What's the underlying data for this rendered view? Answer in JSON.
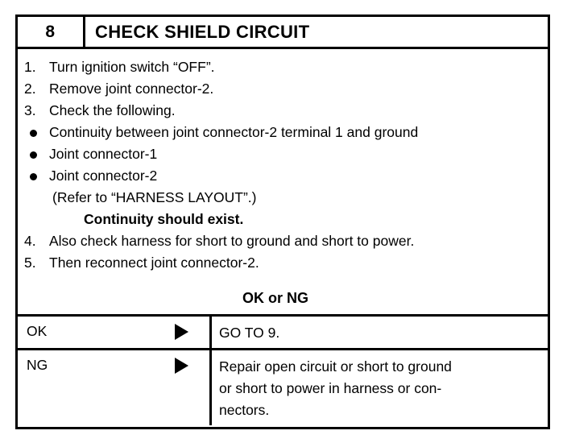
{
  "box": {
    "header": {
      "step_number": "8",
      "title": "CHECK SHIELD CIRCUIT"
    },
    "procedure": [
      {
        "kind": "numbered",
        "marker": "1.",
        "text": "Turn ignition switch “OFF”."
      },
      {
        "kind": "numbered",
        "marker": "2.",
        "text": "Remove joint connector-2."
      },
      {
        "kind": "numbered",
        "marker": "3.",
        "text": "Check the following."
      },
      {
        "kind": "bullet",
        "marker": "●",
        "text": "Continuity between joint connector-2 terminal 1 and ground"
      },
      {
        "kind": "bullet",
        "marker": "●",
        "text": "Joint connector-1"
      },
      {
        "kind": "bullet",
        "marker": "●",
        "text": "Joint connector-2"
      }
    ],
    "note": "(Refer to “HARNESS LAYOUT”.)",
    "condition": "Continuity should exist.",
    "procedure_tail": [
      {
        "kind": "numbered",
        "marker": "4.",
        "text": "Also check harness for short to ground and short to power."
      },
      {
        "kind": "numbered",
        "marker": "5.",
        "text": "Then reconnect joint connector-2."
      }
    ],
    "decision_label": "OK or NG",
    "results": [
      {
        "label": "OK",
        "arrow_icon": "triangle-right-icon",
        "action_lines": [
          "GO TO 9."
        ]
      },
      {
        "label": "NG",
        "arrow_icon": "triangle-right-icon",
        "action_lines": [
          "Repair open circuit or short to ground",
          "or short to power in harness or con-",
          "nectors."
        ]
      }
    ]
  },
  "colors": {
    "ink": "#000000",
    "paper": "#ffffff"
  }
}
